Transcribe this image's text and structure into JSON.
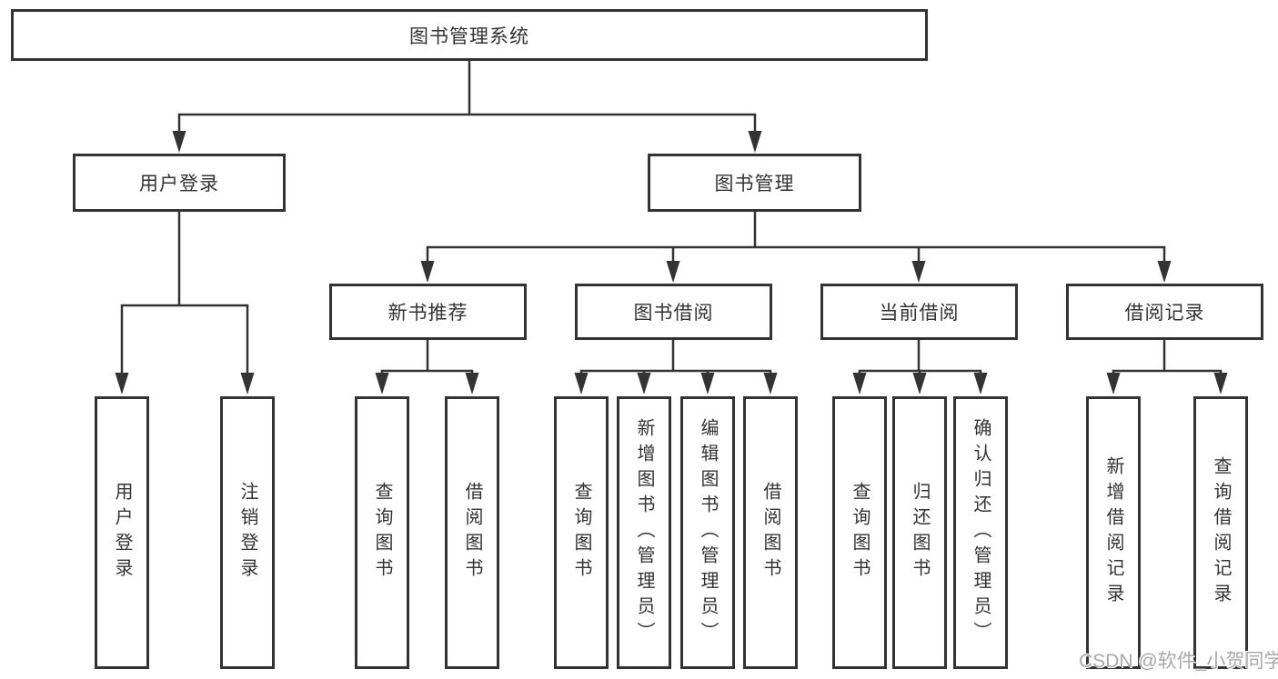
{
  "diagram": {
    "root": "图书管理系统",
    "level2": {
      "user_login": "用户登录",
      "book_management": "图书管理"
    },
    "level3": {
      "new_book": "新书推荐",
      "book_borrow": "图书借阅",
      "current_borrow": "当前借阅",
      "borrow_records": "借阅记录"
    },
    "leaves": {
      "login": [
        "用户登录",
        "注销登录"
      ],
      "new_book": [
        "查询图书",
        "借阅图书"
      ],
      "book_borrow": [
        "查询图书",
        "新增图书（管理员）",
        "编辑图书（管理员）",
        "借阅图书"
      ],
      "current_borrow": [
        "查询图书",
        "归还图书",
        "确认归还（管理员）"
      ],
      "borrow_records": [
        "新增借阅记录",
        "查询借阅记录"
      ]
    }
  },
  "watermark": {
    "text": "CSDN @软件_小贺同学"
  },
  "colors": {
    "line": "#333333",
    "text": "#333333",
    "watermark": "#a8a8a8",
    "background": "#ffffff"
  }
}
